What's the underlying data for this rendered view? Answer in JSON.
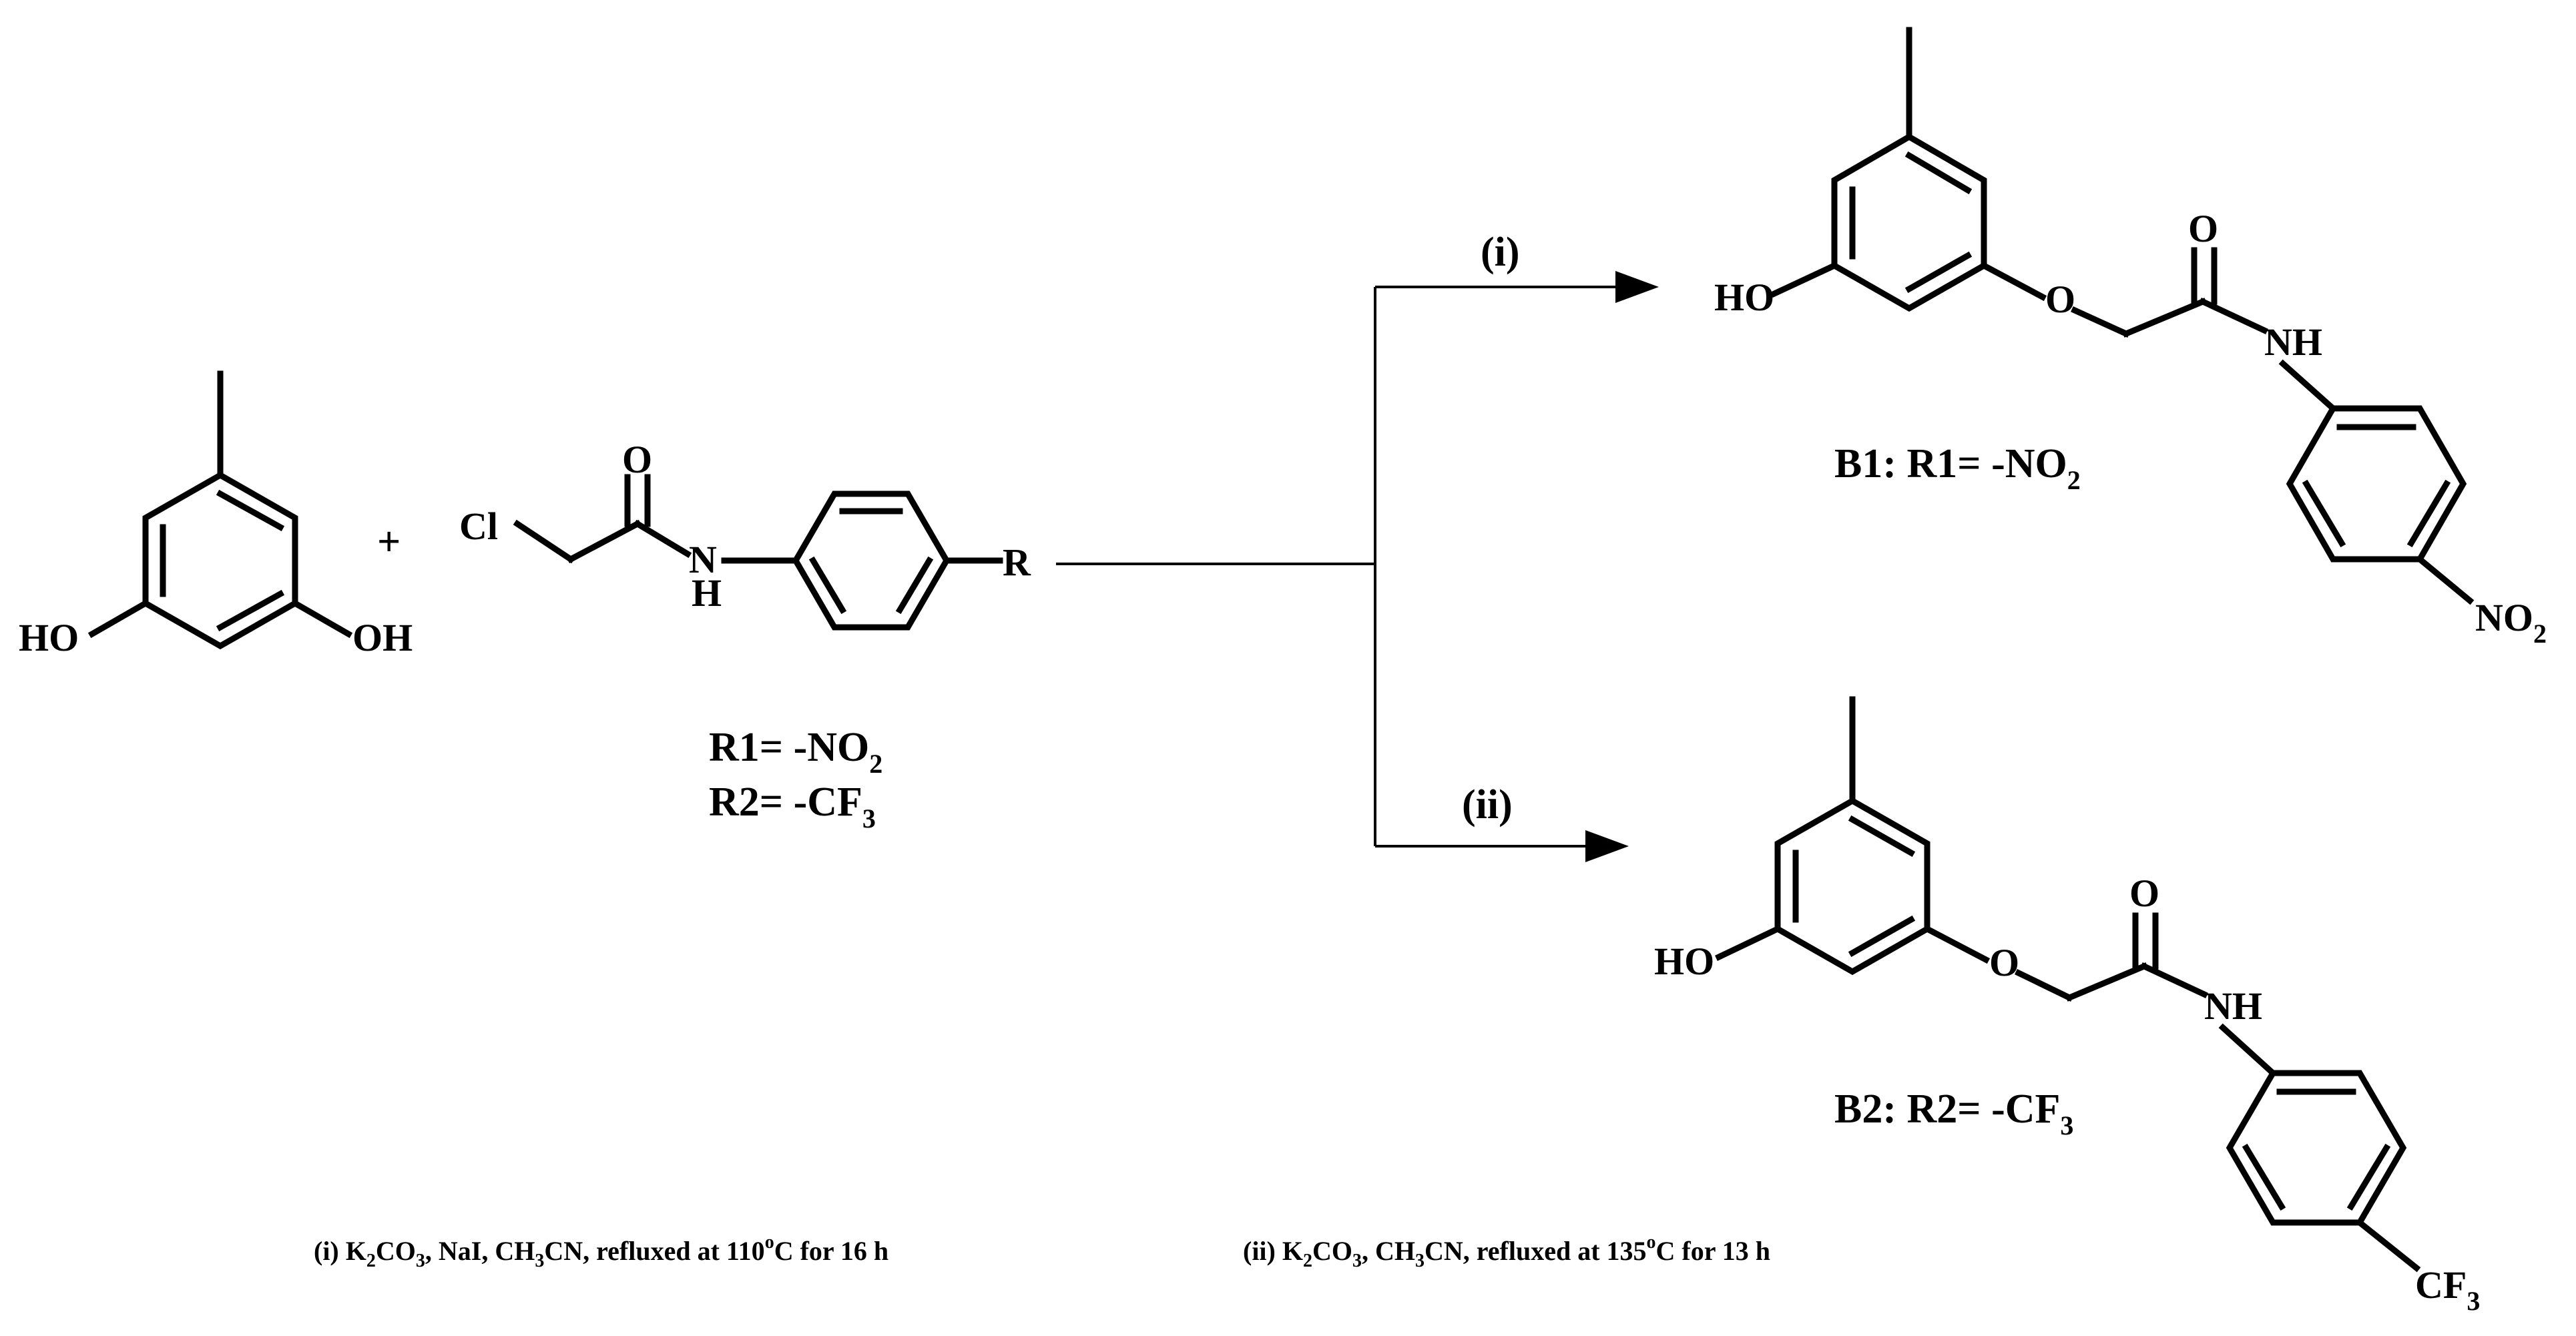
{
  "reactant1": {
    "ho_left": "HO",
    "oh_right": "OH"
  },
  "plus": "+",
  "reactant2": {
    "cl": "Cl",
    "o": "O",
    "n": "N",
    "h": "H",
    "r": "R",
    "r1_prefix": "R1= -NO",
    "r1_sub": "2",
    "r2_prefix": "R2= -CF",
    "r2_sub": "3"
  },
  "arrows": {
    "upper_label": "(i)",
    "lower_label": "(ii)"
  },
  "product_b1": {
    "ho": "HO",
    "o_ether": "O",
    "o_carbonyl": "O",
    "nh": "NH",
    "no2_main": "NO",
    "no2_sub": "2",
    "caption_prefix": "B1: R1= -NO",
    "caption_sub": "2"
  },
  "product_b2": {
    "ho": "HO",
    "o_ether": "O",
    "o_carbonyl": "O",
    "nh": "NH",
    "cf3_main": "CF",
    "cf3_sub": "3",
    "caption_prefix": "B2: R2= -CF",
    "caption_sub": "3"
  },
  "conditions": {
    "c1_a": "(i) K",
    "c1_s1": "2",
    "c1_b": "CO",
    "c1_s2": "3",
    "c1_c": ", NaI, CH",
    "c1_s3": "3",
    "c1_d": "CN, refluxed at 110",
    "c1_deg": "o",
    "c1_e": "C for 16 h",
    "c2_a": "(ii) K",
    "c2_s1": "2",
    "c2_b": "CO",
    "c2_s2": "3",
    "c2_c": ", CH",
    "c2_s3": "3",
    "c2_d": "CN, refluxed at 135",
    "c2_deg": "o",
    "c2_e": "C for 13 h"
  }
}
